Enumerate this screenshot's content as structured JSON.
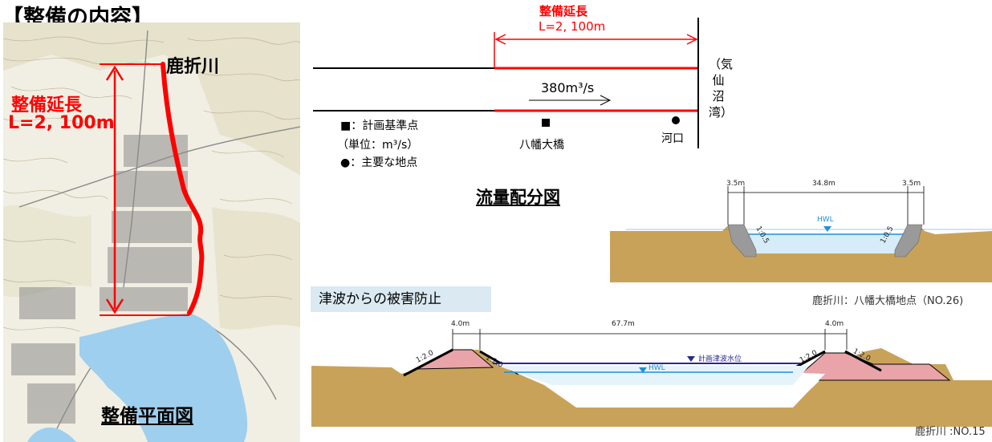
{
  "page_title": "【整備の内容】",
  "map": {
    "river_label": "鹿折川",
    "length_title": "整備延長",
    "length_value": "L=2, 100m",
    "caption": "整備平面図"
  },
  "schematic": {
    "length_title": "整備延長",
    "length_value": "L=2, 100m",
    "flow_value": "380m³/s",
    "bay_label": "（気仙沼湾）",
    "legend": {
      "square_label": "■：計画基準点",
      "unit_label": "（単位：m³/s）",
      "circle_label": "●：主要な地点"
    },
    "bridge_label": "八幡大橋",
    "mouth_label": "河口",
    "caption": "流量配分図"
  },
  "section_upper": {
    "dim_left": "3.5m",
    "dim_center": "34.8m",
    "dim_right": "3.5m",
    "hwl": "HWL",
    "slope_left": "1:0.5",
    "slope_right": "1:0.5",
    "caption": "鹿折川：八幡大橋地点（NO.26)"
  },
  "tsunami_label": "津波からの被害防止",
  "section_lower": {
    "dim_left": "4.0m",
    "dim_center": "67.7m",
    "dim_right": "4.0m",
    "tsunami_level": "計画津波水位",
    "hwl": "HWL",
    "slope_outer_left": "1:2.0",
    "slope_inner_left": "1:2.0",
    "slope_inner_right": "1:2.0",
    "slope_outer_right": "1:2.0",
    "caption": "鹿折川 :NO.15"
  },
  "colors": {
    "accent_red": "#ff0000",
    "water_blue": "#1e90d8",
    "sea_blue": "#9ecfee",
    "tsunami_line": "#2a2a8c",
    "levee_pink": "#e8a4a8",
    "ground_brown": "#c9a25a",
    "badge_bg": "#dbe9f2"
  }
}
